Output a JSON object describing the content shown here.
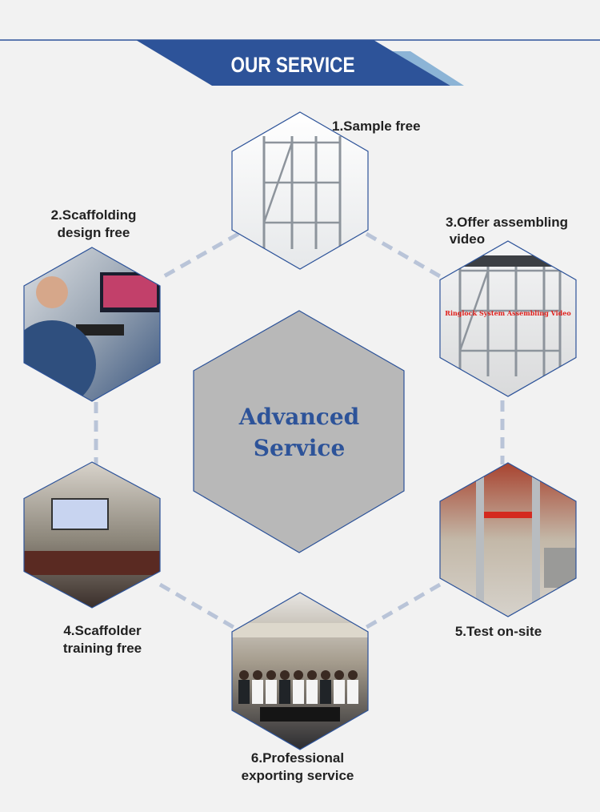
{
  "banner": {
    "title": "OUR SERVICE"
  },
  "center": {
    "line1": "Advanced",
    "line2": "Service"
  },
  "services": [
    {
      "lines": [
        "1.Sample free"
      ],
      "photo": "scaffold-sample"
    },
    {
      "lines": [
        "2.Scaffolding",
        "design free"
      ],
      "photo": "designer-at-computer"
    },
    {
      "lines": [
        "3.Offer assembling",
        " video"
      ],
      "photo": "ringlock-assembly-video",
      "overlay_text": "Ringlock System Assembling Video"
    },
    {
      "lines": [
        "4.Scaffolder",
        "training free"
      ],
      "photo": "training-room"
    },
    {
      "lines": [
        "5.Test on-site"
      ],
      "photo": "test-facility"
    },
    {
      "lines": [
        "6.Professional",
        "exporting service"
      ],
      "photo": "team-photo"
    }
  ],
  "colors": {
    "brand_blue": "#2d5399",
    "light_blue": "#8cb4d6",
    "center_gray": "#b8b8b8",
    "connector": "#b9c4d8",
    "background": "#f2f2f2"
  }
}
